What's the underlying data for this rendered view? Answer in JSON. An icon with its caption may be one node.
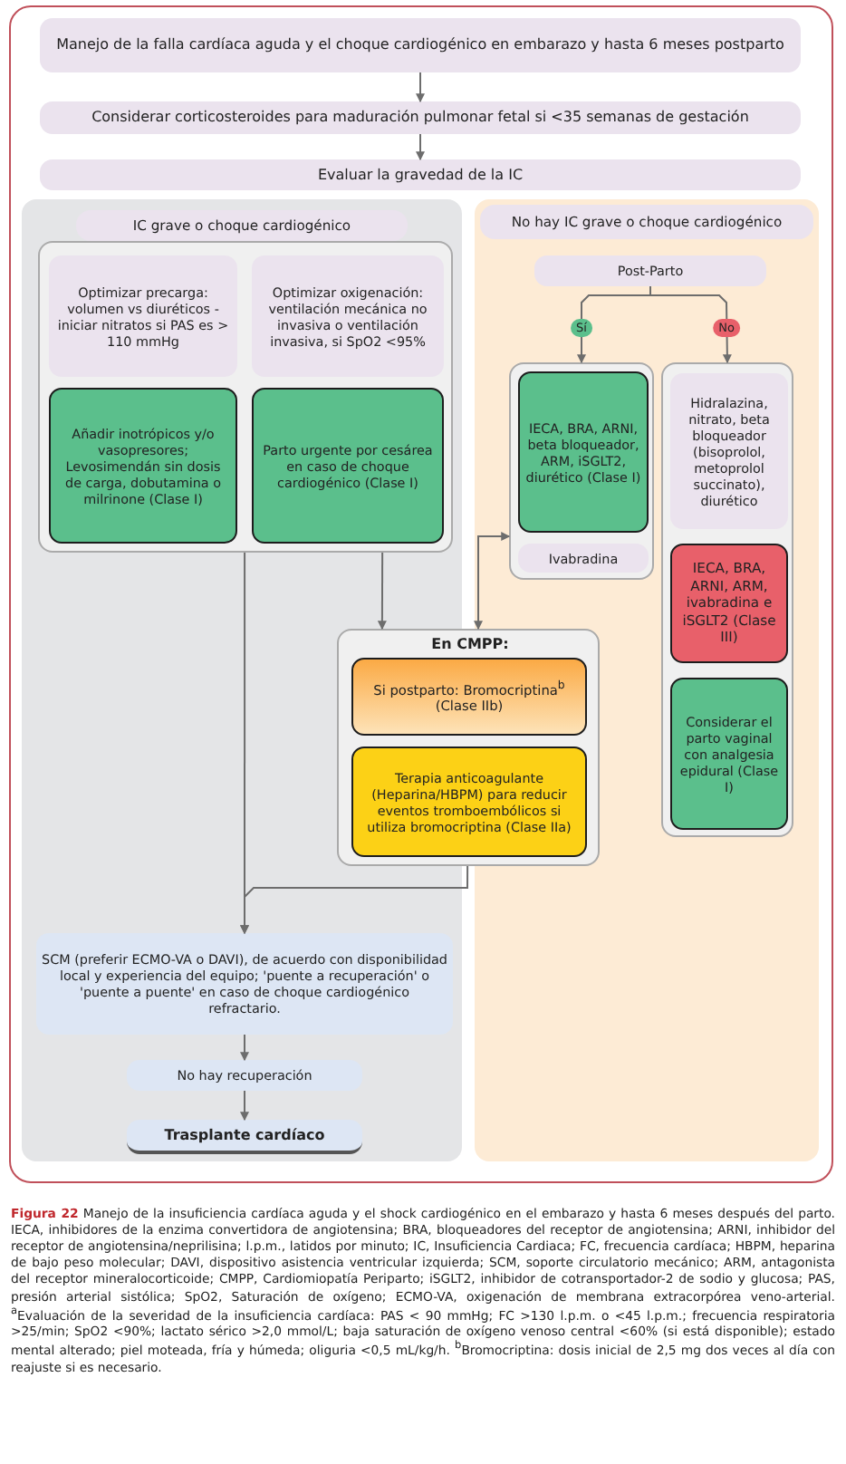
{
  "diagram": {
    "nodes": [
      {
        "text": [
          "Manejo de la falla cardíaca aguda y el choque cardiogénico en embarazo y hasta 6 meses postparto"
        ]
      },
      {
        "text": [
          "Considerar corticosteroides para maduración pulmonar fetal si <35 semanas de gestación"
        ]
      },
      {
        "text": [
          "Evaluar la gravedad de la IC"
        ]
      },
      {
        "text": [
          "IC grave o choque cardiogénico"
        ]
      },
      {
        "text": [],
        "shape": "box",
        "in": 3
      },
      {
        "text": [
          "Optimizar precarga: volumen vs diuréticos -iniciar nitratos si PAS es > 110 mmHg"
        ],
        "in": 4
      },
      {
        "text": [
          "Optimizar oxigenación: ventilación mecánica no invasiva o ventilación invasiva, si SpO2 <95%"
        ],
        "in": 4
      },
      {
        "text": [
          "Añadir inotrópicos y/o vasopresores; Levosimendán sin dosis de carga, dobutamina o milrinone (Clase I)"
        ],
        "in": 4
      },
      {
        "text": [
          "Parto urgente por cesárea en caso de choque cardiogénico (Clase I)"
        ],
        "in": 4
      },
      {
        "text": [
          "En CMPP:"
        ]
      },
      {
        "text": [
          "Si postparto: Bromocriptina$^{b}$ (Clase IIb)"
        ],
        "in": 9
      },
      {
        "text": [
          "Terapia anticoagulante (Heparina/HBPM) para reducir eventos tromboembólicos si utiliza bromocriptina (Clase IIa)"
        ],
        "in": 9
      },
      {
        "text": [
          "SCM (preferir ECMO-VA o DAVI), de acuerdo con disponibilidad local y experiencia del equipo; 'puente a recuperación' o 'puente a puente' en caso de choque cardiogénico refractario."
        ],
        "in": 3
      },
      {
        "text": [
          "No hay recuperación"
        ],
        "in": 3
      },
      {
        "text": [
          "Trasplante cardíaco"
        ],
        "in": 3
      },
      {
        "text": [
          "No hay IC grave o choque cardiogénico"
        ]
      },
      {
        "text": [
          "Post-Parto"
        ],
        "in": 15
      },
      {
        "text": [],
        "shape": "box",
        "in": 15
      },
      {
        "text": [
          "IECA, BRA, ARNI, beta bloqueador, ARM, iSGLT2, diurético (Clase I)"
        ],
        "in": 17
      },
      {
        "text": [
          "Ivabradina"
        ],
        "in": 17
      },
      {
        "text": [],
        "shape": "box",
        "in": 15
      },
      {
        "text": [
          "Hidralazina, nitrato, beta bloqueador (bisoprolol, metoprolol succinato), diurético"
        ],
        "in": 20
      },
      {
        "text": [
          "IECA, BRA, ARNI, ARM, ivabradina e iSGLT2 (Clase III)"
        ],
        "in": 20
      },
      {
        "text": [
          "Considerar el parto vaginal con analgesia epidural (Clase I)"
        ],
        "in": 20
      }
    ],
    "edges": [
      {
        "from": 0,
        "to": 1,
        "arrow": "to"
      },
      {
        "from": 1,
        "to": 2,
        "arrow": "to"
      },
      {
        "from": 4,
        "to": 12,
        "arrow": "to"
      },
      {
        "from": 4,
        "to": 9,
        "arrow": "to"
      },
      {
        "from": 9,
        "to": 12,
        "arrow": "to"
      },
      {
        "from": 9,
        "to": 17,
        "arrow": "both"
      },
      {
        "from": 12,
        "to": 13,
        "arrow": "to"
      },
      {
        "from": 13,
        "to": 14,
        "arrow": "to"
      },
      {
        "from": 16,
        "to": 17,
        "arrow": "to",
        "label": "Sí"
      },
      {
        "from": 16,
        "to": 20,
        "arrow": "to",
        "label": "No"
      }
    ],
    "caption": "**Figura 22** Manejo de la insuficiencia cardíaca aguda y el shock cardiogénico en el embarazo y hasta 6 meses después del parto. IECA, inhibidores de la enzima convertidora de angiotensina; BRA, bloqueadores del receptor de angiotensina; ARNI, inhibidor del receptor de angiotensina/neprilisina; l.p.m., latidos por minuto; IC, Insuficiencia Cardiaca; FC, frecuencia cardíaca; HBPM, heparina de bajo peso molecular; DAVI, dispositivo asistencia ventricular izquierda; SCM, soporte circulatorio mecánico; ARM, antagonista del receptor mineralocorticoide; CMPP, Cardiomiopatía Periparto; iSGLT2, inhibidor de cotransportador-2 de sodio y glucosa; PAS, presión arterial sistólica; SpO2, Saturación de oxígeno; ECMO-VA, oxigenación de membrana extracorpórea veno-arterial. $^{a}$Evaluación de la severidad de la insuficiencia cardíaca: PAS < 90 mmHg; FC >130 l.p.m. o <45 l.p.m.; frecuencia respiratoria >25/min; SpO2 <90%; lactato sérico >2,0 mmol/L; baja saturación de oxígeno venoso central <60% (si está disponible); estado mental alterado; piel moteada, fría y húmeda; oliguria <0,5 mL/kg/h. $^{b}$Bromocriptina: dosis inicial de 2,5 mg dos veces al día con reajuste si es necesario."
  }
}
